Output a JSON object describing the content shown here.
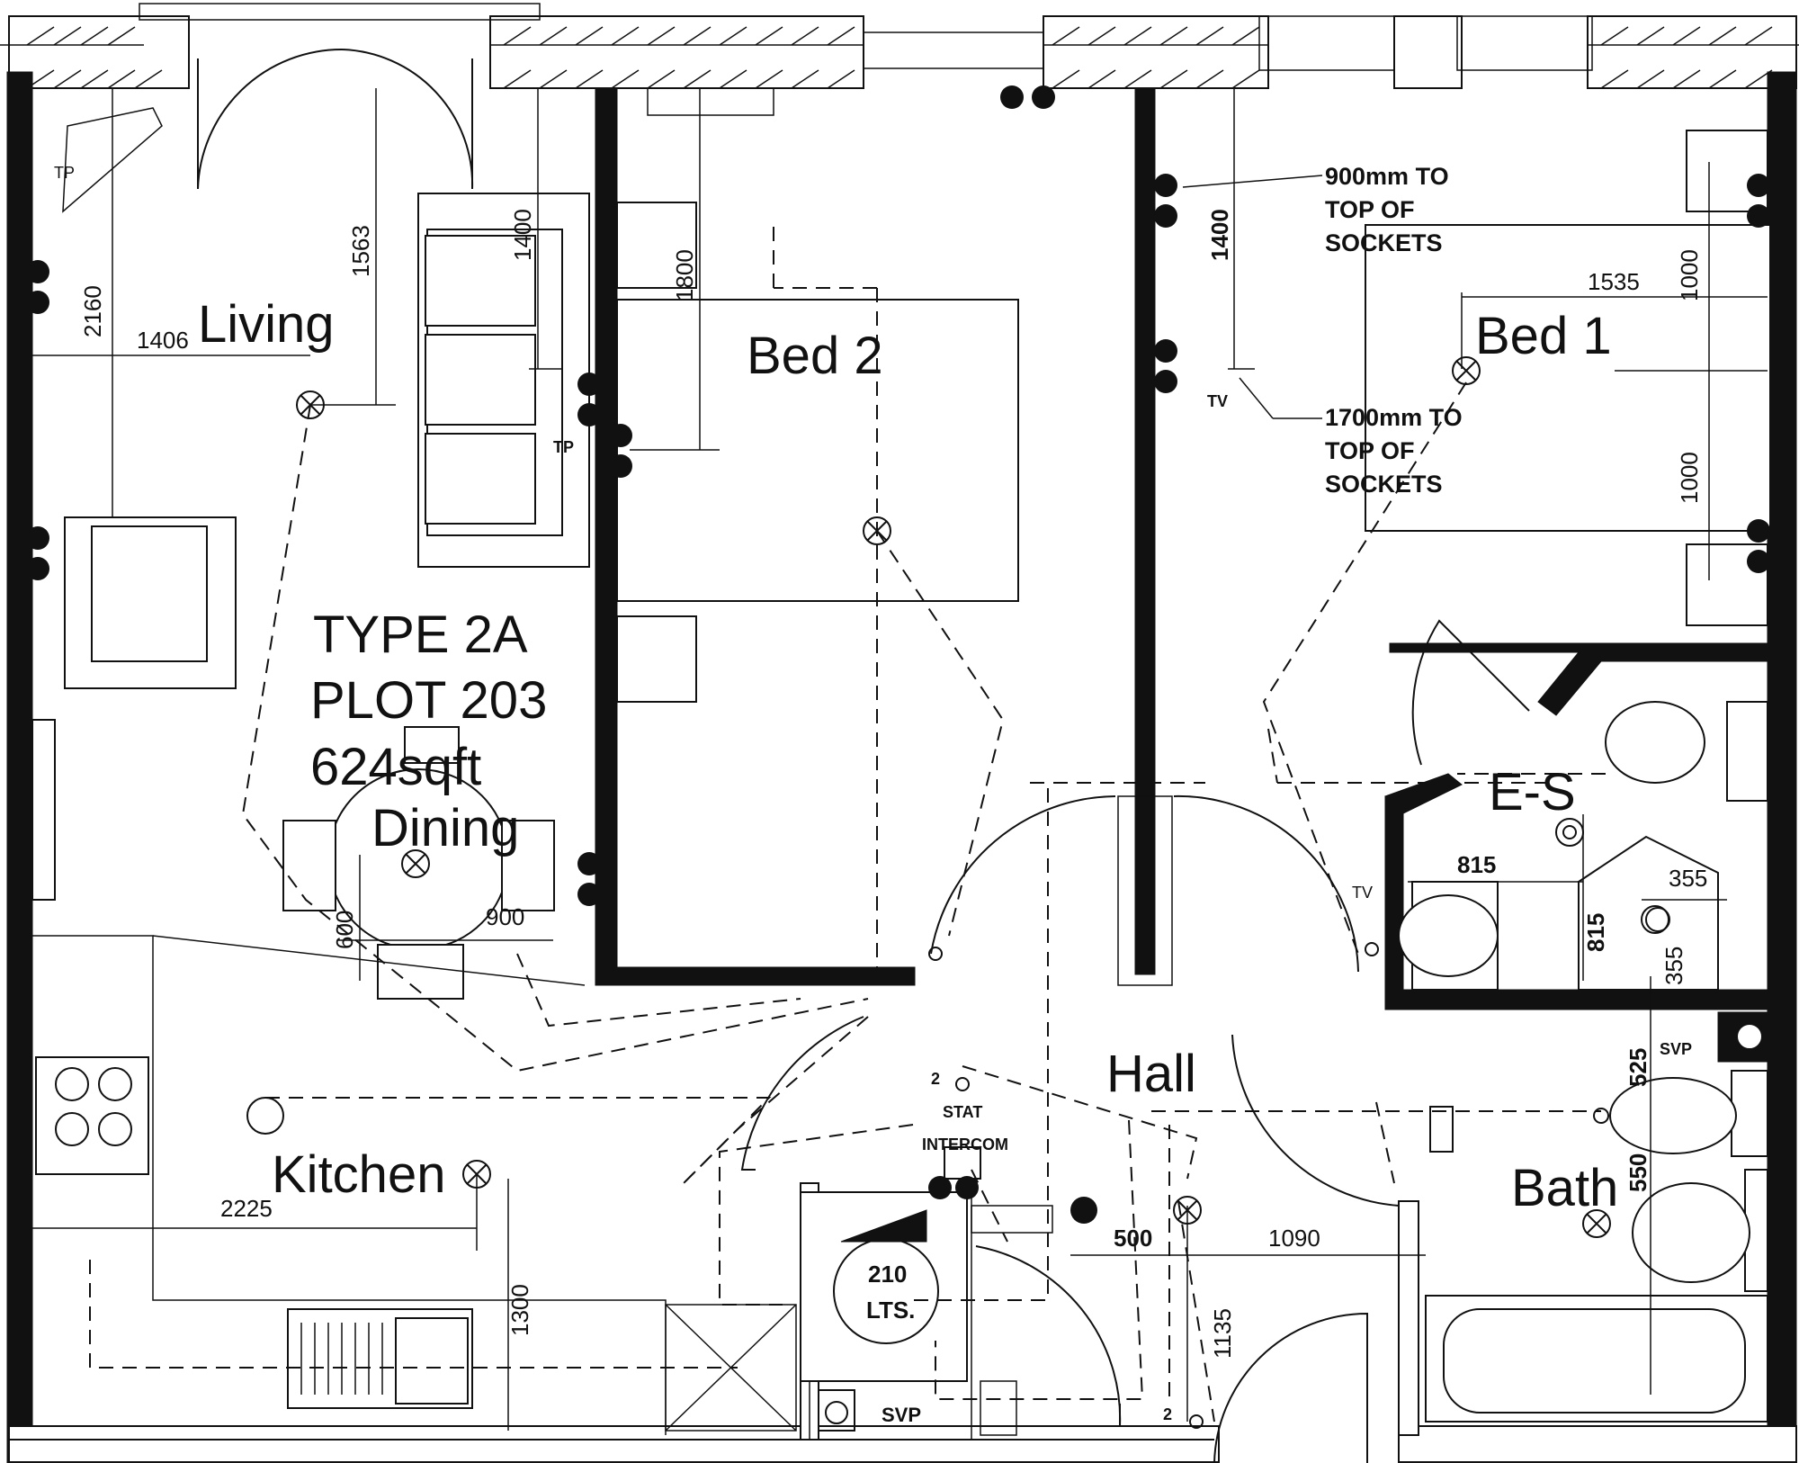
{
  "rooms": {
    "living": "Living",
    "bed2": "Bed 2",
    "bed1": "Bed 1",
    "dining": "Dining",
    "kitchen": "Kitchen",
    "hall": "Hall",
    "bath": "Bath",
    "ensuite": "E-S"
  },
  "plot_info": {
    "type": "TYPE 2A",
    "plot": "PLOT 203",
    "area": "624sqft"
  },
  "dimensions": {
    "d2160": "2160",
    "d1406": "1406",
    "d1563": "1563",
    "d1400a": "1400",
    "d1800": "1800",
    "d1400b": "1400",
    "d1535": "1535",
    "d1000a": "1000",
    "d1000b": "1000",
    "d900": "900",
    "d600": "600",
    "d2225": "2225",
    "d1300": "1300",
    "d500": "500",
    "d1090": "1090",
    "d1135": "1135",
    "d815a": "815",
    "d815b": "815",
    "d355a": "355",
    "d355b": "355",
    "d525": "525",
    "d550": "550"
  },
  "notes": {
    "n900_1": "900mm TO",
    "n900_2": "TOP OF",
    "n900_3": "SOCKETS",
    "n1700_1": "1700mm TO",
    "n1700_2": "TOP OF",
    "n1700_3": "SOCKETS"
  },
  "labels": {
    "tv1": "TV",
    "tv2": "TV",
    "tp1": "TP",
    "tp2": "TP",
    "stat": "STAT",
    "intercom": "INTERCOM",
    "svp1": "SVP",
    "svp2": "SVP",
    "cyl1": "210",
    "cyl2": "LTS.",
    "sw1": "2",
    "sw2": "2"
  }
}
